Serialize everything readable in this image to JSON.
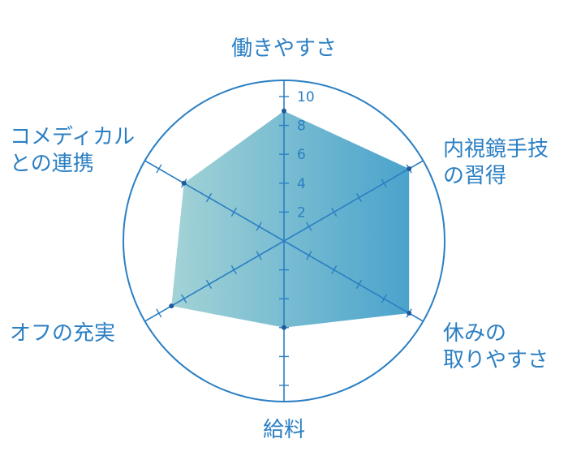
{
  "chart_data": {
    "type": "radar",
    "title": "",
    "range": [
      0,
      10
    ],
    "ticks": [
      "2",
      "4",
      "6",
      "8",
      "10"
    ],
    "axes": [
      {
        "lines": [
          "働きやすさ"
        ],
        "value": 9
      },
      {
        "lines": [
          "内視鏡手技",
          "の習得"
        ],
        "value": 10
      },
      {
        "lines": [
          "休みの",
          "取りやすさ"
        ],
        "value": 10
      },
      {
        "lines": [
          "給料"
        ],
        "value": 6
      },
      {
        "lines": [
          "オフの充実"
        ],
        "value": 9
      },
      {
        "lines": [
          "コメディカル",
          "との連携"
        ],
        "value": 8
      }
    ],
    "colors": {
      "line": "#2b7fc3",
      "fill_left": "#a3d3d6",
      "fill_right": "#4aa3cc",
      "text": "#2b7fc3"
    }
  }
}
